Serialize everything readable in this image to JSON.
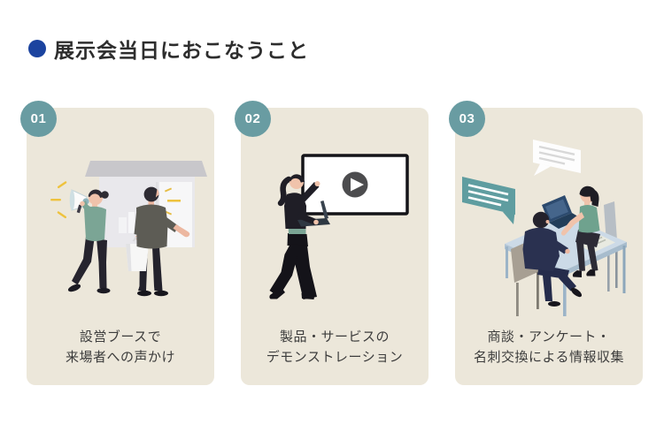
{
  "colors": {
    "page_background": "#ffffff",
    "title_bullet": "#1b439f",
    "title_text": "#2d2d2d",
    "card_background": "#ece7da",
    "badge_background": "#699ca2",
    "badge_text": "#ffffff",
    "caption_text": "#3c3c3c"
  },
  "header": {
    "title": "展示会当日におこなうこと"
  },
  "cards": [
    {
      "number": "01",
      "caption_lines": [
        "設営ブースで",
        "来場者への声かけ"
      ],
      "illustration": "booth-greeting"
    },
    {
      "number": "02",
      "caption_lines": [
        "製品・サービスの",
        "デモンストレーション"
      ],
      "illustration": "product-demo"
    },
    {
      "number": "03",
      "caption_lines": [
        "商談・アンケート・",
        "名刺交換による情報収集"
      ],
      "illustration": "business-meeting"
    }
  ],
  "illustration_palette": {
    "skin": "#f0c3ab",
    "dark_ink": "#23222c",
    "teal_garment": "#7ba595",
    "green_garment": "#6fa28e",
    "olive_garment": "#5d5c55",
    "navy_suit": "#2a3150",
    "accent_yellow": "#eec23d",
    "booth_gray": "#e9e8ec",
    "desk_blue": "#ccdae7",
    "bubble_teal": "#5f9da0",
    "play_button_gray": "#4c4c4e"
  }
}
